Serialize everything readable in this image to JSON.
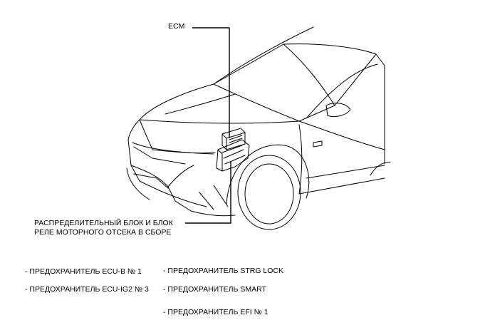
{
  "diagram": {
    "callouts": {
      "ecm": "ECM",
      "relay_block_line1": "РАСПРЕДЕЛИТЕЛЬНЫЙ БЛОК И БЛОК",
      "relay_block_line2": "РЕЛЕ МОТОРНОГО ОТСЕКА В СБОРЕ"
    },
    "fuses_left": [
      "- ПРЕДОХРАНИТЕЛЬ ECU-B № 1",
      "- ПРЕДОХРАНИТЕЛЬ ECU-IG2 № 3"
    ],
    "fuses_right": [
      "- ПРЕДОХРАНИТЕЛЬ STRG LOCK",
      "- ПРЕДОХРАНИТЕЛЬ SMART",
      "- ПРЕДОХРАНИТЕЛЬ EFI № 1"
    ],
    "icons": {
      "car": "car-front-three-quarter-icon",
      "ecm": "ecm-module-icon",
      "relay_block": "relay-block-icon"
    }
  }
}
